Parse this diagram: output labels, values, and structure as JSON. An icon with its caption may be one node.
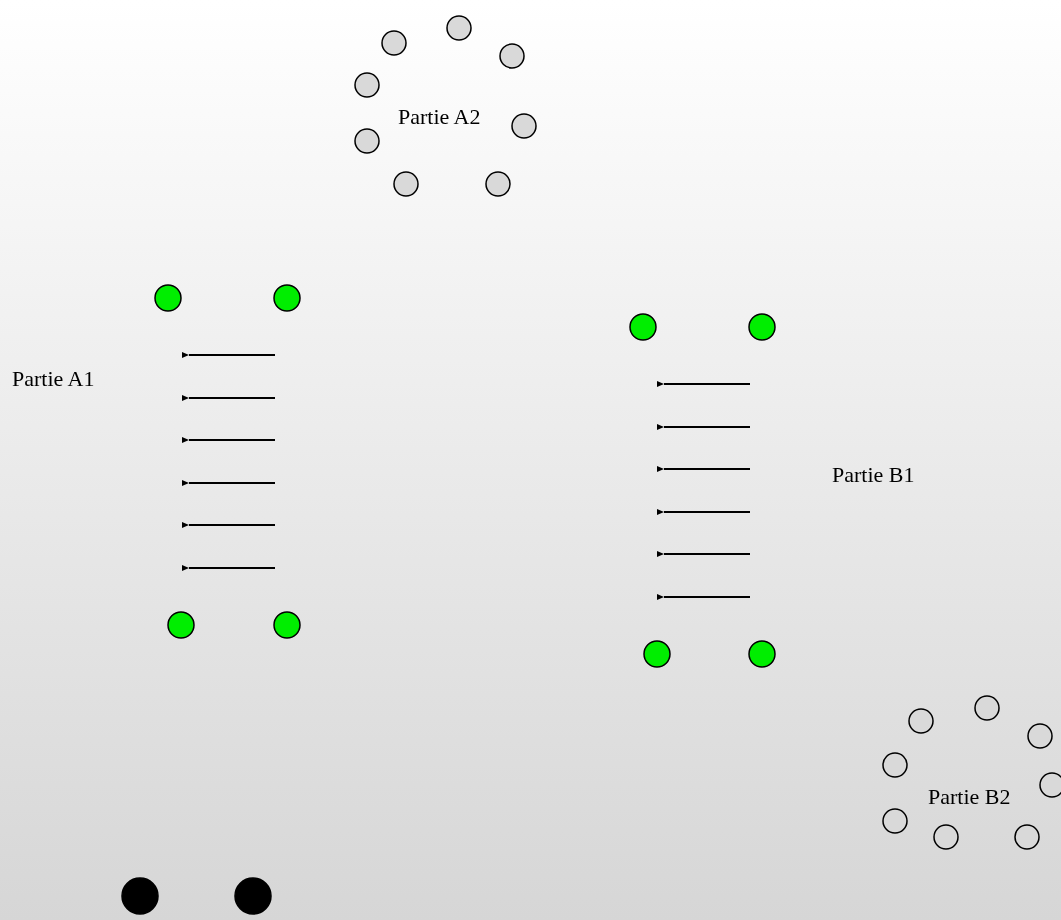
{
  "diagram": {
    "labels": [
      "Partie A2",
      "Partie A1",
      "Partie B1",
      "Partie B2"
    ]
  }
}
